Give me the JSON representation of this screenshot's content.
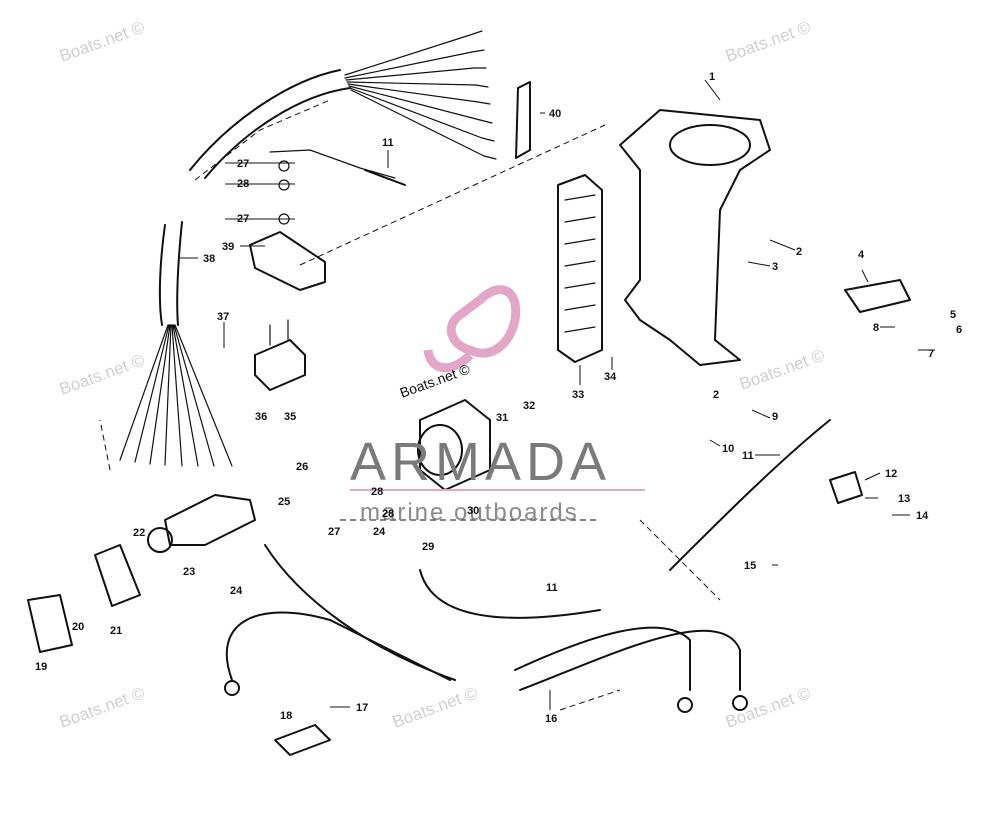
{
  "watermark": "Boats.net ©",
  "logo": {
    "brand": "ARMADA",
    "tagline": "marine outboards",
    "brand_color": "#e4a6c6"
  },
  "callouts": [
    "1",
    "2",
    "3",
    "4",
    "5",
    "6",
    "7",
    "8",
    "9",
    "10",
    "11",
    "12",
    "13",
    "14",
    "15",
    "16",
    "17",
    "18",
    "19",
    "20",
    "21",
    "22",
    "23",
    "24",
    "25",
    "26",
    "27",
    "28",
    "29",
    "30",
    "31",
    "32",
    "33",
    "34",
    "35",
    "36",
    "37",
    "38",
    "39",
    "40"
  ]
}
